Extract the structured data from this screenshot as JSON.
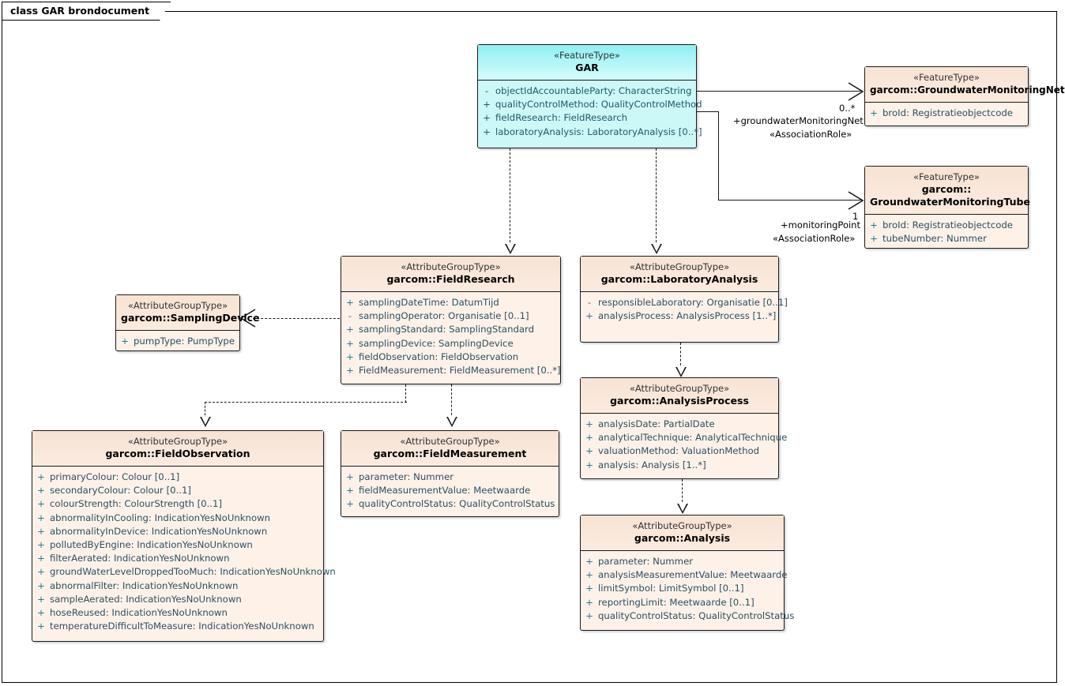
{
  "diagram": {
    "title": "class GAR brondocument",
    "stereotypes": {
      "feature_type": "«FeatureType»",
      "attribute_group_type": "«AttributeGroupType»",
      "association_role": "«AssociationRole»"
    },
    "colors": {
      "feature_header": "#8ef0f2",
      "class_header": "#f7e3d4",
      "class_body": "#fdf1e8",
      "border": "#1a1a1a",
      "attr_text": "#2c5060"
    }
  },
  "classes": {
    "gar": {
      "stereotype": "«FeatureType»",
      "name": "GAR",
      "attributes": [
        {
          "vis": "-",
          "text": "objectIdAccountableParty: CharacterString"
        },
        {
          "vis": "+",
          "text": "qualityControlMethod: QualityControlMethod"
        },
        {
          "vis": "+",
          "text": "fieldResearch: FieldResearch"
        },
        {
          "vis": "+",
          "text": "laboratoryAnalysis: LaboratoryAnalysis [0..*]"
        }
      ]
    },
    "monitoring_net": {
      "stereotype": "«FeatureType»",
      "name": "garcom::GroundwaterMonitoringNet",
      "attributes": [
        {
          "vis": "+",
          "text": "broId: Registratieobjectcode"
        }
      ]
    },
    "monitoring_tube": {
      "stereotype": "«FeatureType»",
      "name_line1": "garcom::",
      "name_line2": "GroundwaterMonitoringTube",
      "attributes": [
        {
          "vis": "+",
          "text": "broId: Registratieobjectcode"
        },
        {
          "vis": "+",
          "text": "tubeNumber: Nummer"
        }
      ]
    },
    "field_research": {
      "stereotype": "«AttributeGroupType»",
      "name": "garcom::FieldResearch",
      "attributes": [
        {
          "vis": "+",
          "text": "samplingDateTime: DatumTijd"
        },
        {
          "vis": "-",
          "text": "samplingOperator: Organisatie [0..1]"
        },
        {
          "vis": "+",
          "text": "samplingStandard: SamplingStandard"
        },
        {
          "vis": "+",
          "text": "samplingDevice: SamplingDevice"
        },
        {
          "vis": "+",
          "text": "fieldObservation: FieldObservation"
        },
        {
          "vis": "+",
          "text": "FieldMeasurement: FieldMeasurement [0..*]"
        }
      ]
    },
    "sampling_device": {
      "stereotype": "«AttributeGroupType»",
      "name": "garcom::SamplingDevice",
      "attributes": [
        {
          "vis": "+",
          "text": "pumpType: PumpType"
        }
      ]
    },
    "laboratory_analysis": {
      "stereotype": "«AttributeGroupType»",
      "name": "garcom::LaboratoryAnalysis",
      "attributes": [
        {
          "vis": "-",
          "text": "responsibleLaboratory: Organisatie [0..1]"
        },
        {
          "vis": "+",
          "text": "analysisProcess: AnalysisProcess [1..*]"
        }
      ]
    },
    "analysis_process": {
      "stereotype": "«AttributeGroupType»",
      "name": "garcom::AnalysisProcess",
      "attributes": [
        {
          "vis": "+",
          "text": "analysisDate: PartialDate"
        },
        {
          "vis": "+",
          "text": "analyticalTechnique: AnalyticalTechnique"
        },
        {
          "vis": "+",
          "text": "valuationMethod: ValuationMethod"
        },
        {
          "vis": "+",
          "text": "analysis: Analysis [1..*]"
        }
      ]
    },
    "analysis": {
      "stereotype": "«AttributeGroupType»",
      "name": "garcom::Analysis",
      "attributes": [
        {
          "vis": "+",
          "text": "parameter: Nummer"
        },
        {
          "vis": "+",
          "text": "analysisMeasurementValue: Meetwaarde"
        },
        {
          "vis": "+",
          "text": "limitSymbol: LimitSymbol [0..1]"
        },
        {
          "vis": "+",
          "text": "reportingLimit: Meetwaarde [0..1]"
        },
        {
          "vis": "+",
          "text": "qualityControlStatus: QualityControlStatus"
        }
      ]
    },
    "field_observation": {
      "stereotype": "«AttributeGroupType»",
      "name": "garcom::FieldObservation",
      "attributes": [
        {
          "vis": "+",
          "text": "primaryColour: Colour [0..1]"
        },
        {
          "vis": "+",
          "text": "secondaryColour: Colour [0..1]"
        },
        {
          "vis": "+",
          "text": "colourStrength: ColourStrength [0..1]"
        },
        {
          "vis": "+",
          "text": "abnormalityInCooling: IndicationYesNoUnknown"
        },
        {
          "vis": "+",
          "text": "abnormalityInDevice: IndicationYesNoUnknown"
        },
        {
          "vis": "+",
          "text": "pollutedByEngine: IndicationYesNoUnknown"
        },
        {
          "vis": "+",
          "text": "filterAerated: IndicationYesNoUnknown"
        },
        {
          "vis": "+",
          "text": "groundWaterLevelDroppedTooMuch: IndicationYesNoUnknown"
        },
        {
          "vis": "+",
          "text": "abnormalFilter: IndicationYesNoUnknown"
        },
        {
          "vis": "+",
          "text": "sampleAerated: IndicationYesNoUnknown"
        },
        {
          "vis": "+",
          "text": "hoseReused: IndicationYesNoUnknown"
        },
        {
          "vis": "+",
          "text": "temperatureDifficultToMeasure: IndicationYesNoUnknown"
        }
      ]
    },
    "field_measurement": {
      "stereotype": "«AttributeGroupType»",
      "name": "garcom::FieldMeasurement",
      "attributes": [
        {
          "vis": "+",
          "text": "parameter: Nummer"
        },
        {
          "vis": "+",
          "text": "fieldMeasurementValue: Meetwaarde"
        },
        {
          "vis": "+",
          "text": "qualityControlStatus: QualityControlStatus"
        }
      ]
    }
  },
  "associations": {
    "net": {
      "multiplicity": "0..*",
      "role": "+groundwaterMonitoringNet",
      "stereotype": "«AssociationRole»"
    },
    "tube": {
      "multiplicity": "1",
      "role": "+monitoringPoint",
      "stereotype": "«AssociationRole»"
    }
  }
}
